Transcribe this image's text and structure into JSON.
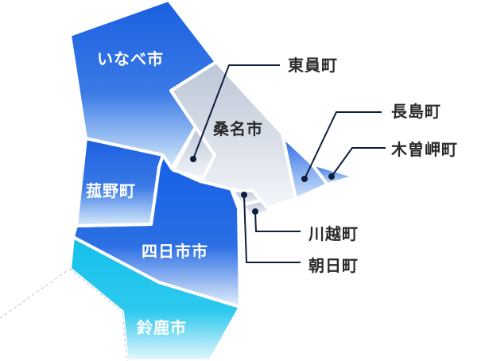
{
  "regions": {
    "inabe": "いなべ市",
    "komono": "菰野町",
    "kuwana": "桑名市",
    "yokkaichi": "四日市市",
    "suzuka": "鈴鹿市",
    "toin": "東員町",
    "nagashima": "長島町",
    "kisosaki": "木曽岬町",
    "kawagoe": "川越町",
    "asahi": "朝日町"
  },
  "colors": {
    "blue": "#1a5fe0",
    "cyan": "#1cc4ea",
    "gray": "#c3ccdb",
    "leader": "#0f1e3d"
  }
}
